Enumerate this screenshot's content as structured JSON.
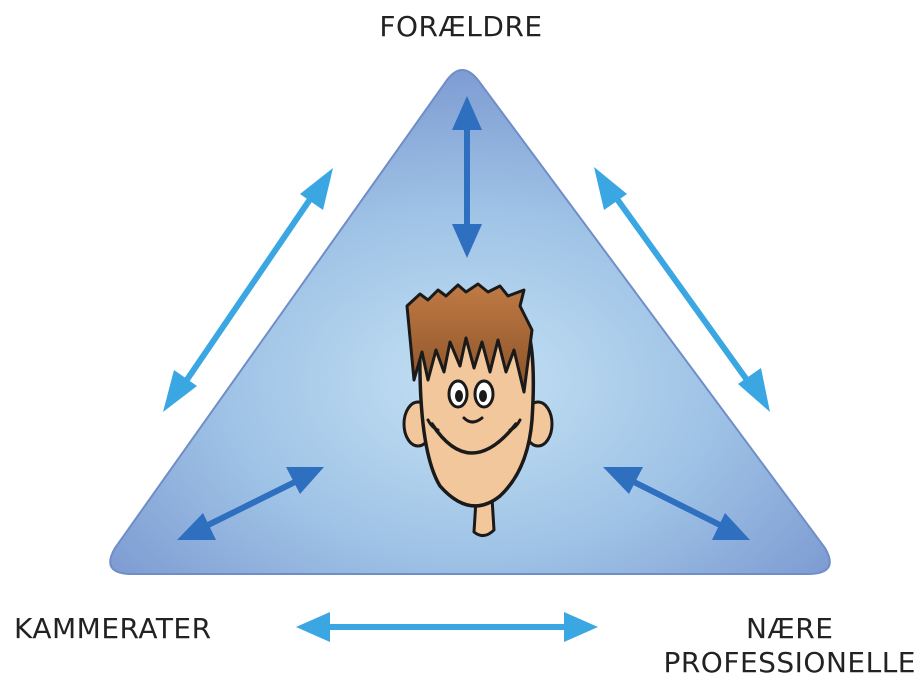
{
  "labels": {
    "top": "FORÆLDRE",
    "left": "KAMMERATER",
    "right_line1": "NÆRE",
    "right_line2": "PROFESSIONELLE"
  },
  "colors": {
    "triangle_center": "#c4e1f4",
    "triangle_edge": "#7e9cd2",
    "triangle_stroke": "#6f8ec8",
    "arrow_light": "#3aa6e2",
    "arrow_dark": "#2f6fc0",
    "hair": "#a8683a",
    "skin": "#f2c79c"
  }
}
